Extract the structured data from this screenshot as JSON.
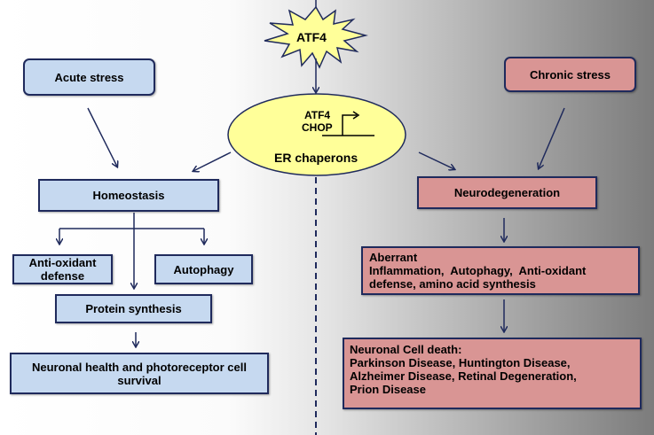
{
  "diagram": {
    "center": {
      "burst_label": "ATF4",
      "ellipse": {
        "gene_line1": "ATF4",
        "gene_line2": "CHOP",
        "label": "ER chaperons"
      }
    },
    "left": {
      "trigger": "Acute stress",
      "main": "Homeostasis",
      "branches": [
        "Anti-oxidant defense",
        "Autophagy",
        "Protein synthesis"
      ],
      "outcome": "Neuronal health and photoreceptor cell survival"
    },
    "right": {
      "trigger": "Chronic stress",
      "main": "Neurodegeneration",
      "aberrant_title": "Aberrant",
      "aberrant_lines": [
        "Inflammation,  Autophagy,  Anti-oxidant",
        "defense, amino acid synthesis"
      ],
      "death_title": "Neuronal Cell death:",
      "death_lines": [
        "Parkinson Disease, Huntington Disease,",
        "Alzheimer Disease, Retinal Degeneration,",
        "Prion Disease"
      ]
    },
    "colors": {
      "acute_fill": "#c6d9f0",
      "chronic_fill": "#d99594",
      "burst_fill": "#ffff99",
      "ellipse_fill": "#ffff99",
      "line": "#1f2a5c"
    }
  }
}
